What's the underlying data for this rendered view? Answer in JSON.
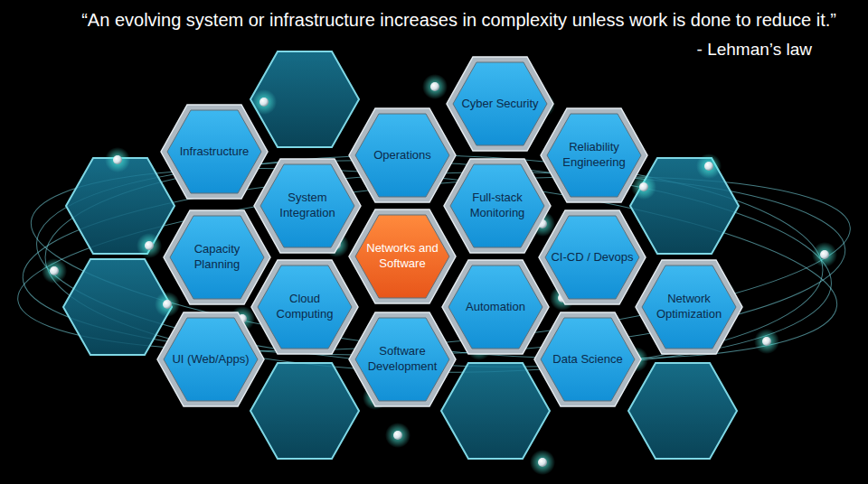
{
  "diagram": {
    "title": "“An evolving system or infrastructure increases in complexity unless work is done to reduce it.”",
    "caption": "- Lehman’s law",
    "nodes": [
      {
        "text": [
          "Cyber Security"
        ]
      },
      {
        "text": [
          "Infrastructure"
        ]
      },
      {
        "text": [
          "Operations"
        ]
      },
      {
        "text": [
          "Reliability Engineering"
        ]
      },
      {
        "text": [
          "System Integration"
        ]
      },
      {
        "text": [
          "Full-stack Monitoring"
        ]
      },
      {
        "text": [
          "Capacity Planning"
        ]
      },
      {
        "text": [
          "Networks and Software"
        ]
      },
      {
        "text": [
          "CI-CD / Devops"
        ]
      },
      {
        "text": [
          "Cloud Computing"
        ]
      },
      {
        "text": [
          "Automation"
        ]
      },
      {
        "text": [
          "Network Optimization"
        ]
      },
      {
        "text": [
          "UI (Web/Apps)"
        ]
      },
      {
        "text": [
          "Software Development"
        ]
      },
      {
        "text": [
          "Data Science"
        ]
      }
    ]
  }
}
